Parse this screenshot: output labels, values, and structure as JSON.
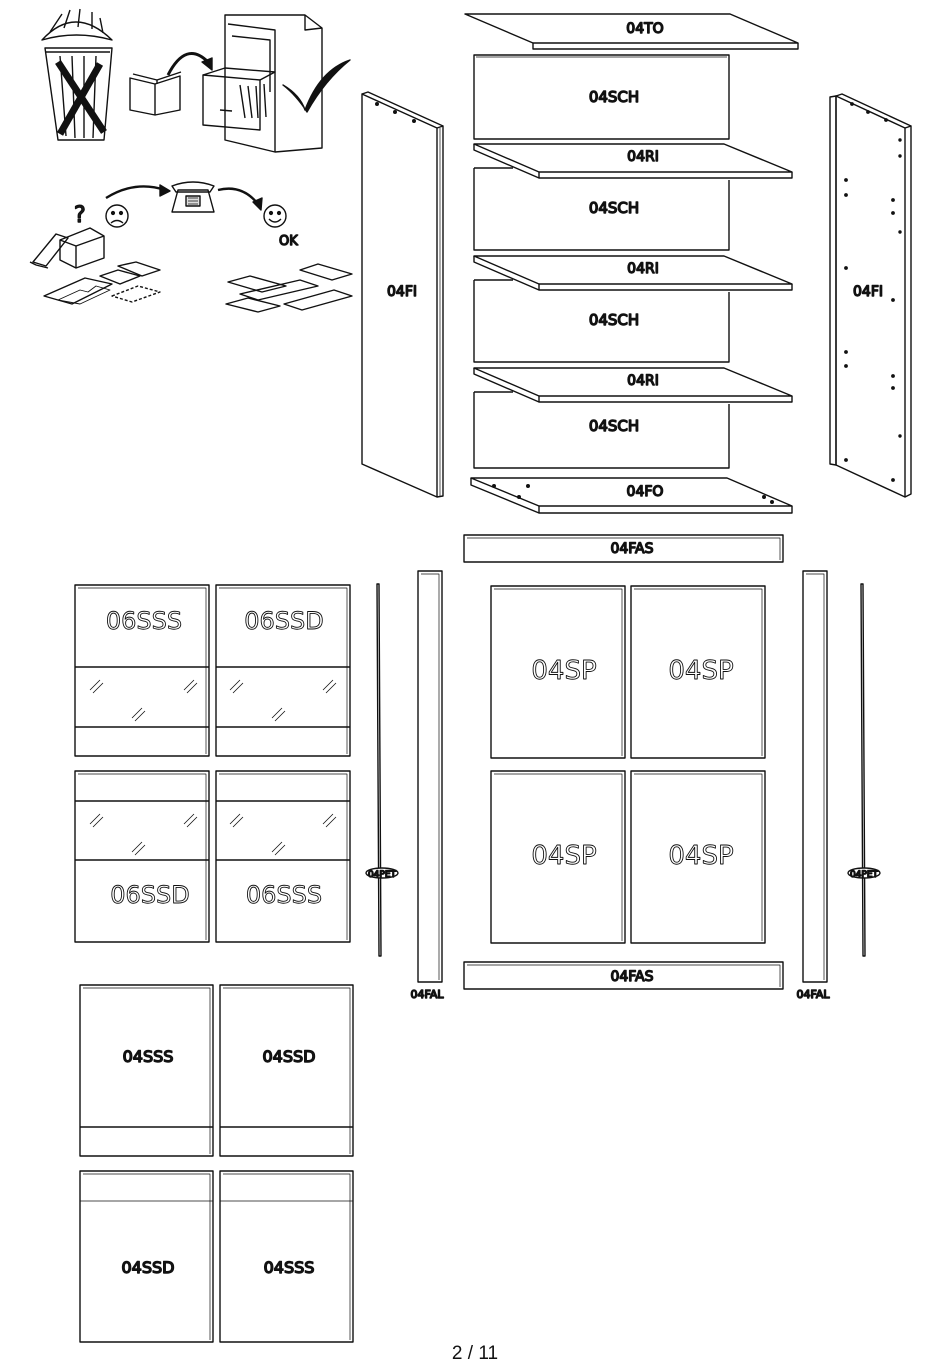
{
  "page": {
    "number_label": "2 / 11"
  },
  "intro": {
    "ok_label": "OK",
    "question_mark": "?"
  },
  "panels": {
    "top": "04TO",
    "shelf_back_1": "04SCH",
    "shelf_back_2": "04SCH",
    "shelf_back_3": "04SCH",
    "shelf_back_4": "04SCH",
    "inner_shelf_1": "04RI",
    "inner_shelf_2": "04RI",
    "inner_shelf_3": "04RI",
    "bottom": "04FO",
    "side_left": "04FI",
    "side_right": "04FI",
    "front_strip_top": "04FAS",
    "front_strip_bottom": "04FAS",
    "front_strip_left": "04FAL",
    "front_strip_right": "04FAL",
    "pet_left": "04PET",
    "pet_right": "04PET"
  },
  "back_panels": [
    "04SP",
    "04SP",
    "04SP",
    "04SP"
  ],
  "glass_doors": {
    "top_row": [
      "06SSS",
      "06SSD"
    ],
    "bottom_row": [
      "06SSD",
      "06SSS"
    ]
  },
  "solid_doors": {
    "top_row": [
      "04SSS",
      "04SSD"
    ],
    "bottom_row": [
      "04SSD",
      "04SSS"
    ]
  }
}
